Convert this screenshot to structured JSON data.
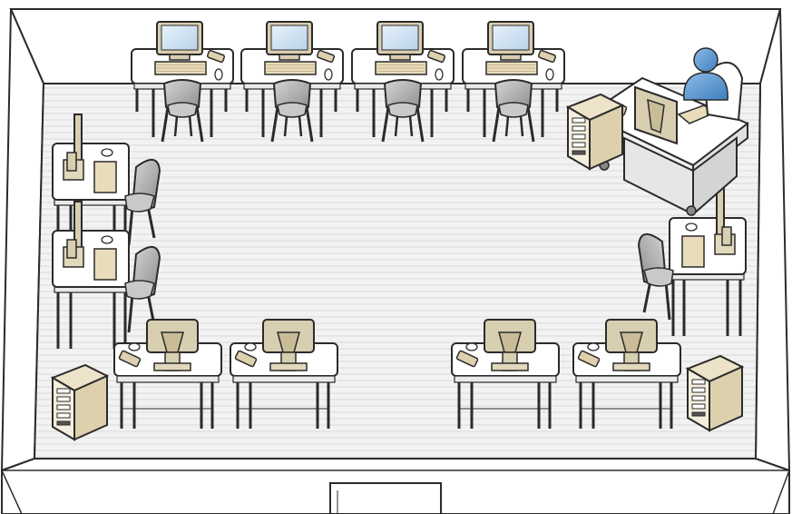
{
  "scene": {
    "kind": "computer classroom floor plan (isometric)",
    "station_groups": {
      "back_row": {
        "count": 4
      },
      "left_wall": {
        "count": 2
      },
      "right_wall": {
        "count": 1
      },
      "front_row": {
        "count": 4
      }
    },
    "instructor": {
      "icon": "person-icon",
      "present": true
    },
    "towers": {
      "count": 3
    },
    "door": {
      "icon": "door-icon"
    }
  },
  "colors": {
    "floor": "#f2f2f2",
    "floor_lines": "#d9d9d9",
    "outline": "#2b2b2b",
    "wall": "#ffffff",
    "desk_top": "#ffffff",
    "monitor_frame": "#d8ceb0",
    "monitor_screen": "#cfe3f3",
    "keyboard": "#e8dcba",
    "chair": "#9a9a9a",
    "chair_light": "#c9c9c9",
    "tower": "#ddd0ad",
    "person": "#5b95cc"
  }
}
